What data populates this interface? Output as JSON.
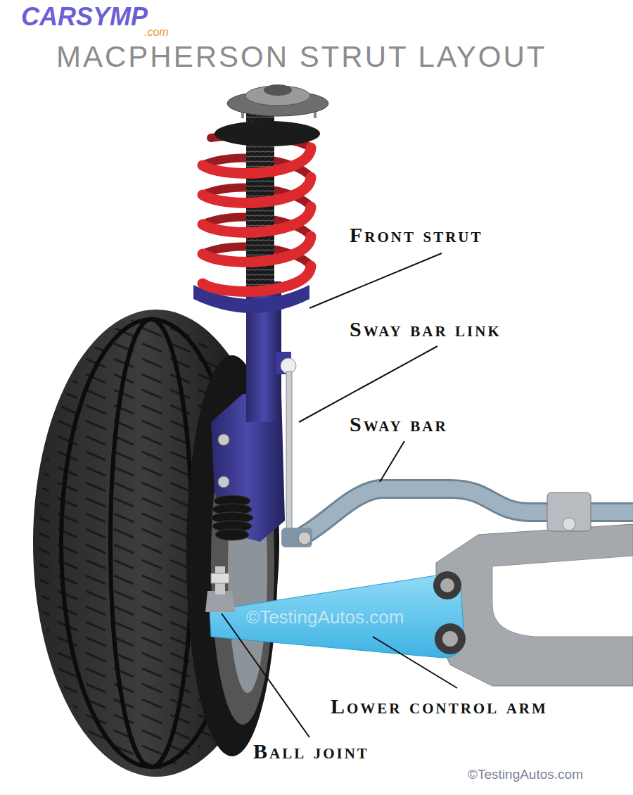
{
  "diagram": {
    "title": "MACPHERSON STRUT LAYOUT",
    "labels": [
      "CARSYMP",
      ".com",
      "Front strut",
      "Sway bar link",
      "Sway bar",
      "©TestingAutos.com",
      "Lower control arm",
      "Ball joint",
      "©TestingAutos.com"
    ]
  }
}
